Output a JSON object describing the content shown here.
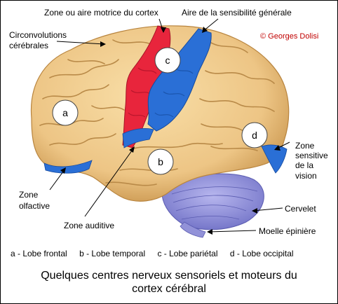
{
  "labels": {
    "motor": "Zone ou aire  motrice du cortex",
    "sensory": "Aire de la sensibilité générale",
    "circonv_1": "Circonvolutions",
    "circonv_2": "cérébrales",
    "copyright": "© Georges Dolisi",
    "vision_1": "Zone",
    "vision_2": "sensitive",
    "vision_3": "de la",
    "vision_4": "vision",
    "olfactive_1": "Zone",
    "olfactive_2": "olfactive",
    "auditive": "Zone auditive",
    "cervelet": "Cervelet",
    "moelle": "Moelle épinière"
  },
  "lobe_markers": {
    "a": "a",
    "b": "b",
    "c": "c",
    "d": "d"
  },
  "legend": [
    "a - Lobe frontal",
    "b - Lobe temporal",
    "c - Lobe pariétal",
    "d - Lobe occipital"
  ],
  "caption_1": "Quelques centres nerveux sensoriels et moteurs du",
  "caption_2": "cortex cérébral",
  "colors": {
    "brain": "#efc98a",
    "brain_shadow": "#c89a52",
    "motor": "#e8253c",
    "sensory": "#2a6fd6",
    "cerebellum": "#8e8fd8",
    "copyright": "#c00000"
  }
}
